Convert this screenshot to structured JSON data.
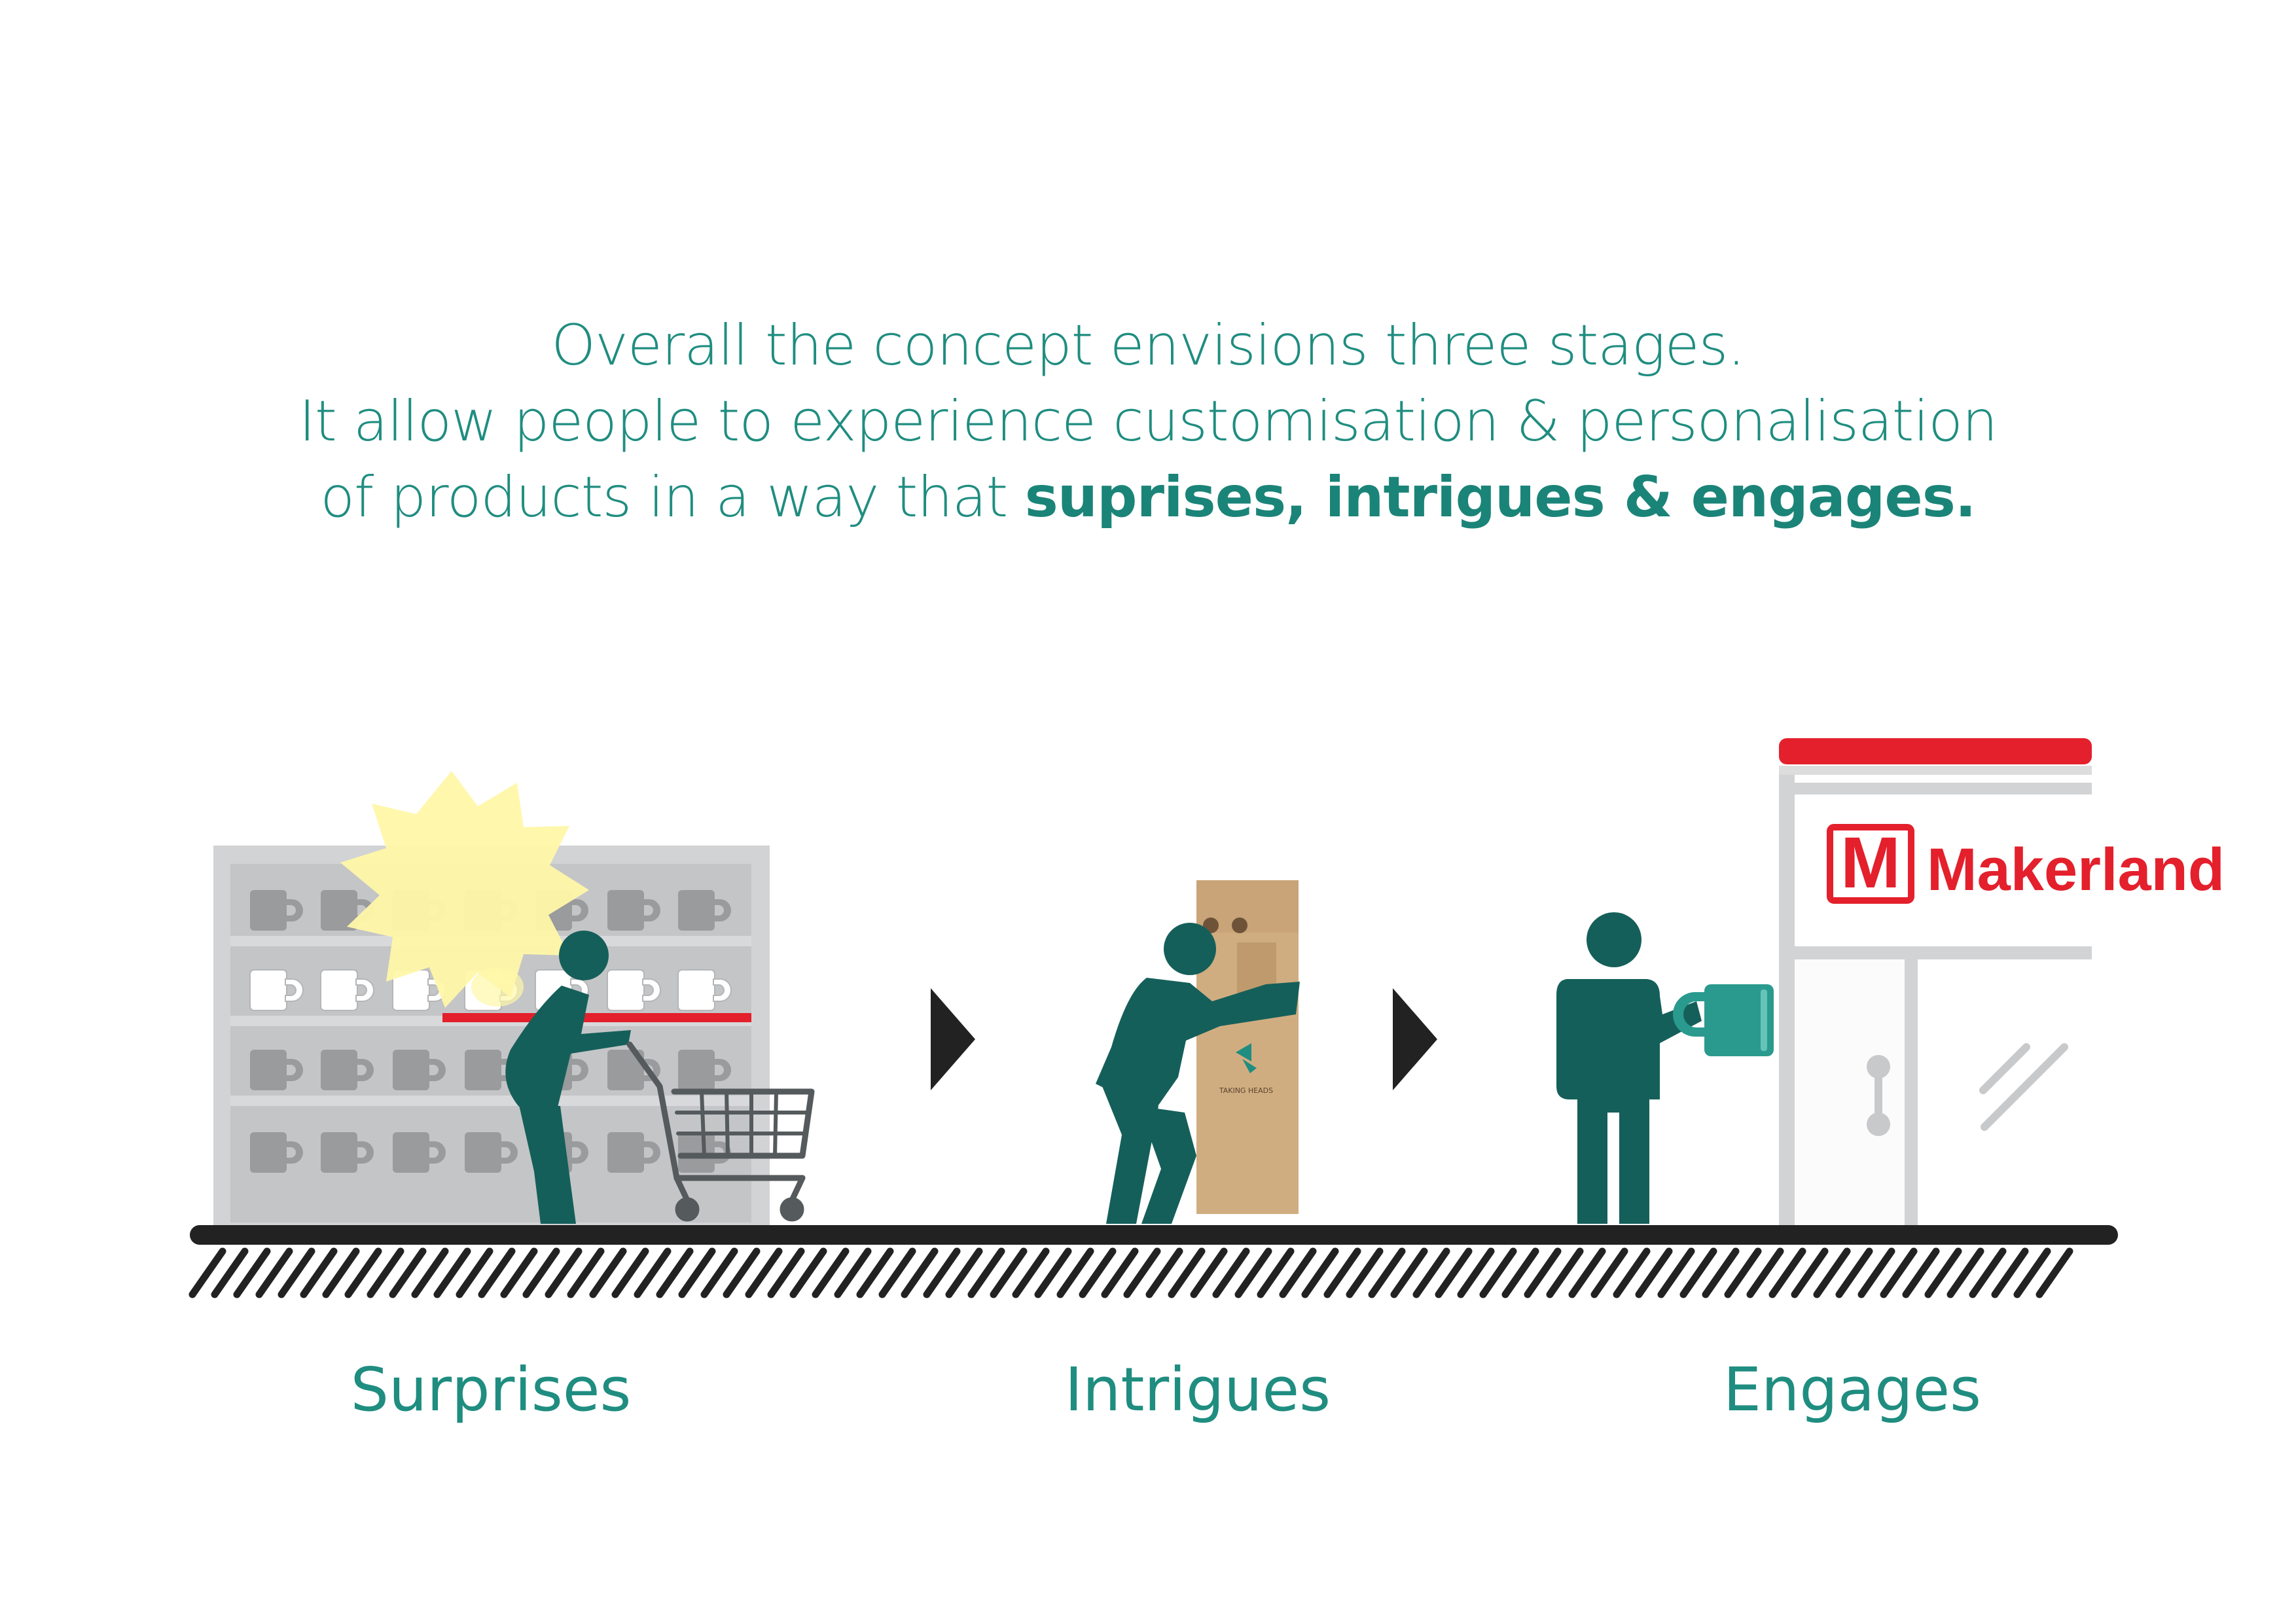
{
  "intro": {
    "line1": "Overall the concept envisions three stages.",
    "line2": "It allow people to experience customisation & personalisation",
    "line3_prefix": "of products in a way that ",
    "line3_emphasis": "suprises, intrigues & engages."
  },
  "stages": [
    {
      "label": "Surprises"
    },
    {
      "label": "Intrigues"
    },
    {
      "label": "Engages"
    }
  ],
  "store": {
    "name": "Makerland",
    "logo_letter": "M"
  },
  "box_text": "TAKING HEADS",
  "colors": {
    "teal_text": "#1f8d80",
    "figure": "#155f5a",
    "brand_red": "#e3202c",
    "cardboard": "#d0ad80",
    "flash": "#fff7a8",
    "shelf": "#d2d3d5",
    "floor": "#222222"
  },
  "icons": [
    "shelf-icon",
    "burst-icon",
    "person-icon",
    "cart-icon",
    "arrow-right-icon",
    "box-icon",
    "mug-icon",
    "storefront-icon"
  ]
}
